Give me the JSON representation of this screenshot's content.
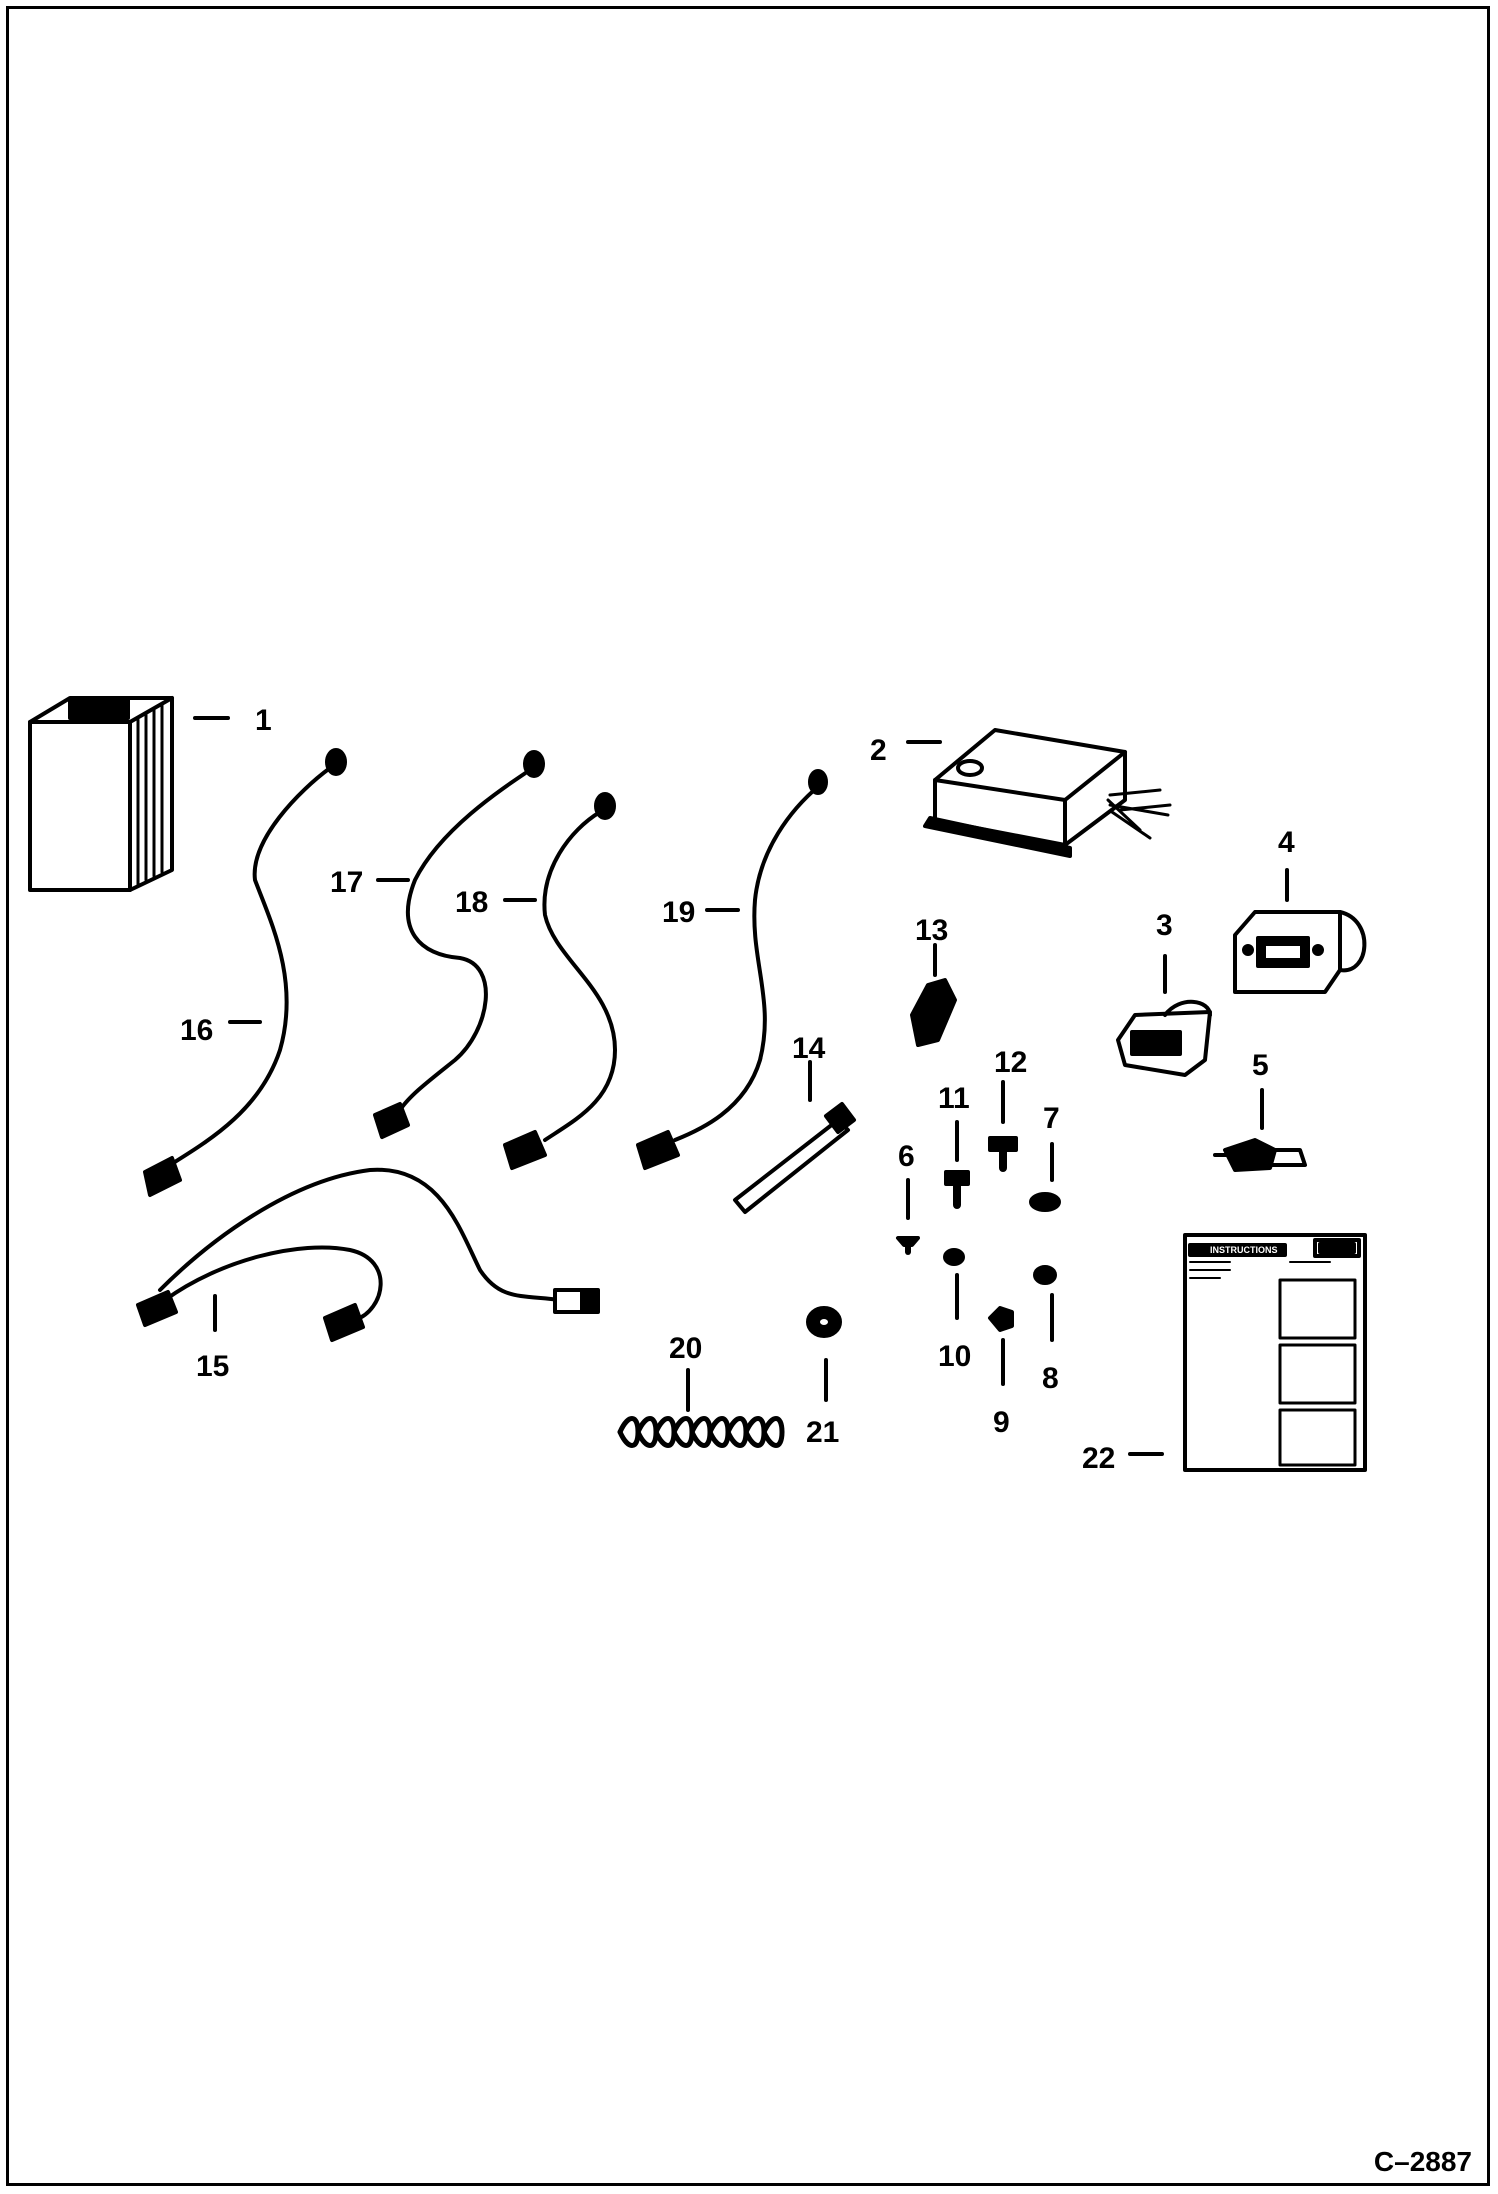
{
  "figure_ref": "C–2887",
  "callouts": {
    "c1": "1",
    "c2": "2",
    "c3": "3",
    "c4": "4",
    "c5": "5",
    "c6": "6",
    "c7": "7",
    "c8": "8",
    "c9": "9",
    "c10": "10",
    "c11": "11",
    "c12": "12",
    "c13": "13",
    "c14": "14",
    "c15": "15",
    "c16": "16",
    "c17": "17",
    "c18": "18",
    "c19": "19",
    "c20": "20",
    "c21": "21",
    "c22": "22"
  },
  "instruction_sheet": {
    "heading": "INSTRUCTIONS"
  }
}
